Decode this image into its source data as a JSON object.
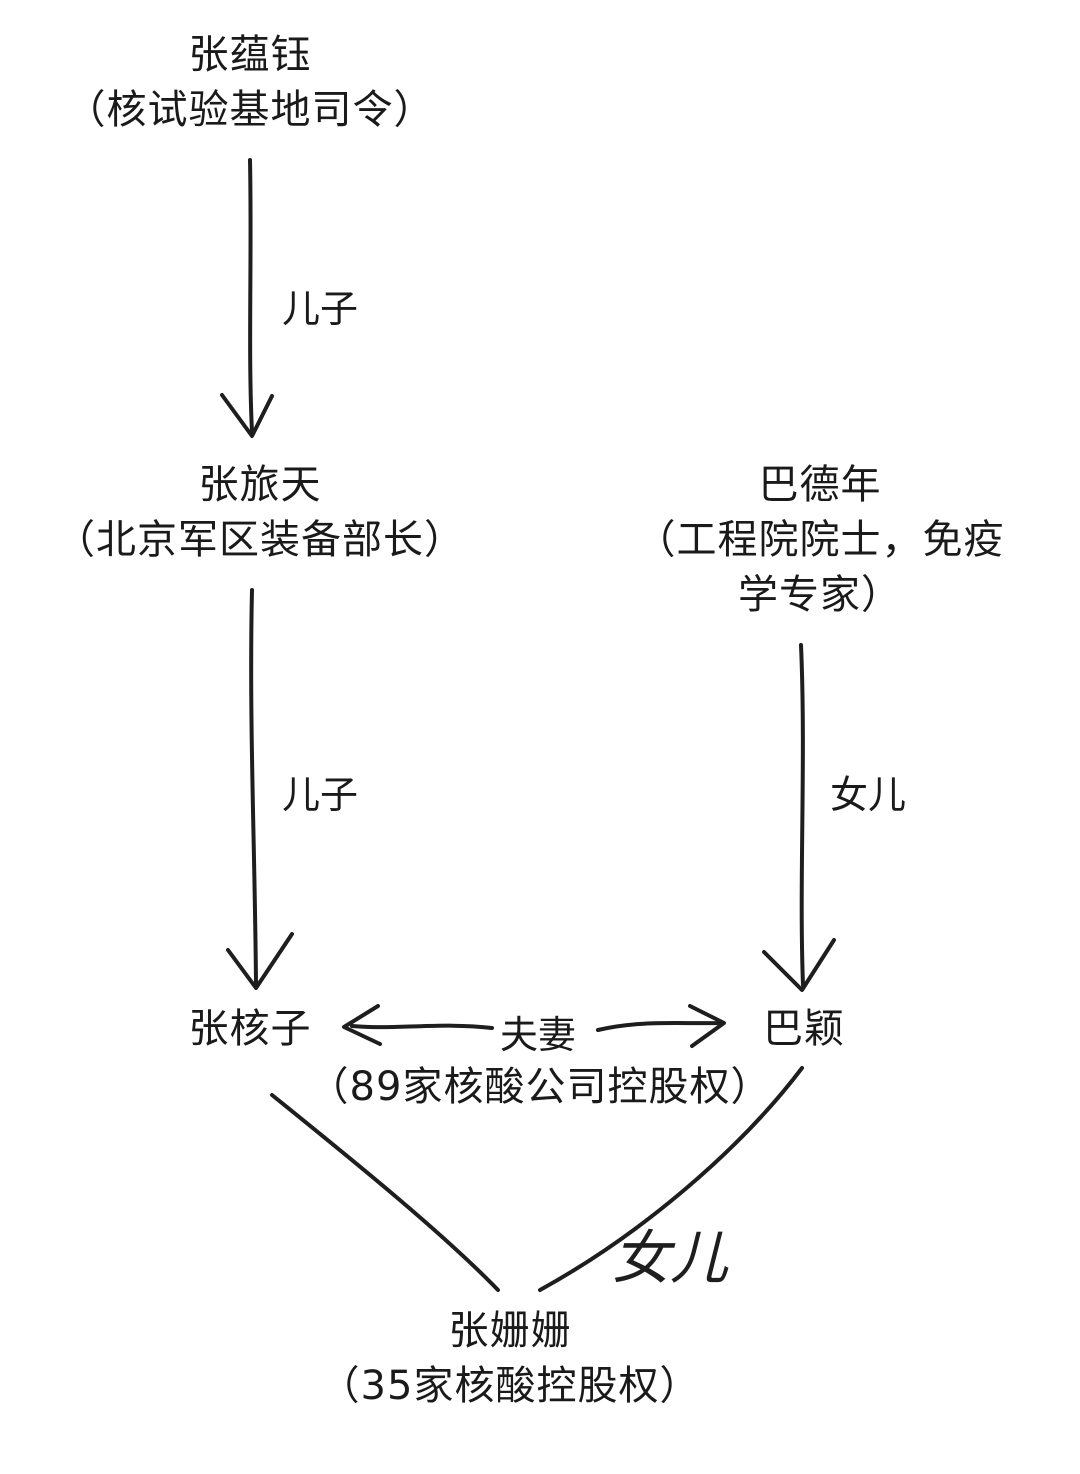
{
  "nodes": {
    "zhang_yunyu": {
      "name": "张蕴钰",
      "title": "（核试验基地司令）"
    },
    "zhang_lvtian": {
      "name": "张旅天",
      "title": "（北京军区装备部长）"
    },
    "ba_denian": {
      "name": "巴德年",
      "title_line1": "（工程院院士，免疫",
      "title_line2": "学专家）"
    },
    "zhang_hezi": {
      "name": "张核子"
    },
    "ba_ying": {
      "name": "巴颖"
    },
    "couple": {
      "title": "（89家核酸公司控股权）"
    },
    "zhang_shanshan": {
      "name": "张姗姗",
      "title": "（35家核酸控股权）"
    }
  },
  "edges": {
    "son_1": "儿子",
    "son_2": "儿子",
    "daughter_1": "女儿",
    "spouses": "夫妻",
    "daughter_2": "女儿"
  }
}
